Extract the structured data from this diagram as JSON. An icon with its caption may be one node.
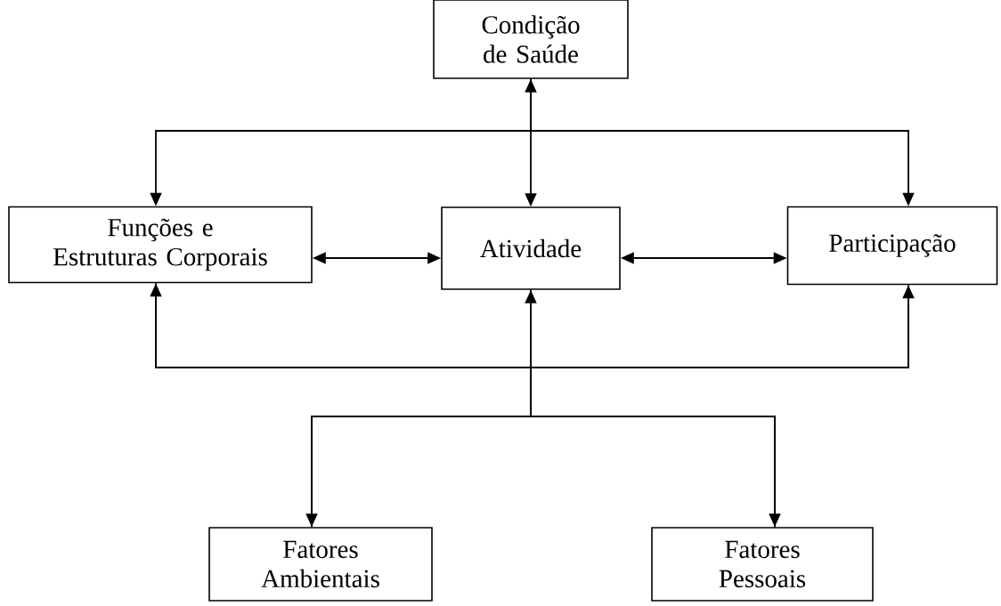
{
  "diagram": {
    "nodes": [
      {
        "text": [
          "Condição de Saúde"
        ]
      },
      {
        "text": [
          "Funções e Estruturas Corporais"
        ]
      },
      {
        "text": [
          "Atividade"
        ]
      },
      {
        "text": [
          "Participação"
        ]
      },
      {
        "text": [
          "Fatores Ambientais"
        ]
      },
      {
        "text": [
          "Fatores Pessoais"
        ]
      }
    ],
    "edges": [
      {
        "from": 0,
        "to": 2,
        "arrow": "both"
      },
      {
        "from": 0,
        "to": 1,
        "arrow": "to"
      },
      {
        "from": 0,
        "to": 3,
        "arrow": "to"
      },
      {
        "from": 1,
        "to": 2,
        "arrow": "both"
      },
      {
        "from": 2,
        "to": 3,
        "arrow": "both"
      },
      {
        "from": 4,
        "to": 1,
        "arrow": "to"
      },
      {
        "from": 4,
        "to": 2,
        "arrow": "both"
      },
      {
        "from": 4,
        "to": 3,
        "arrow": "to"
      },
      {
        "from": 5,
        "to": 1,
        "arrow": "none"
      },
      {
        "from": 2,
        "to": 5,
        "arrow": "to"
      },
      {
        "from": 5,
        "to": 3,
        "arrow": "none"
      }
    ]
  }
}
